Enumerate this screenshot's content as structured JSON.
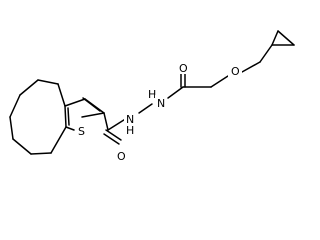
{
  "molecule": {
    "atoms": {
      "oxygen_ether": "O",
      "oxygen_carbonyl_top": "O",
      "oxygen_carbonyl_bottom": "O",
      "sulfur": "S",
      "nh_top": "H",
      "nh_top_n": "N",
      "nh_bottom": "N",
      "nh_bottom_h": "H"
    }
  }
}
